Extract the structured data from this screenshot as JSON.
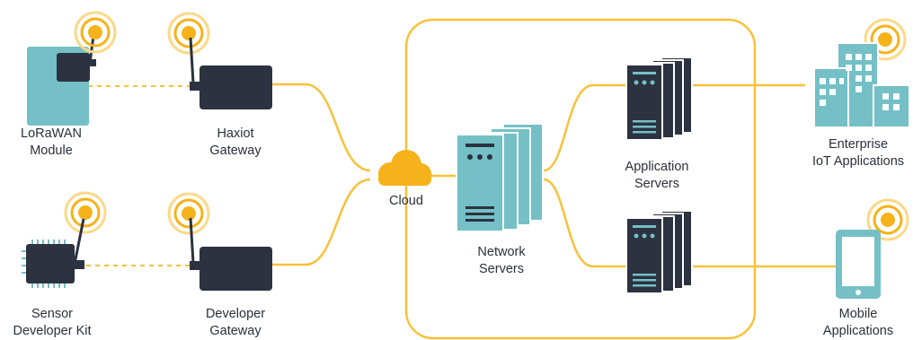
{
  "colors": {
    "line": "#f8c13b",
    "signal": "#f6b21a",
    "signal_ring": "#fbd98a",
    "teal": "#74c0c6",
    "teal_dark": "#4d9ca3",
    "navy": "#2c3240",
    "text": "#2a2f3a"
  },
  "nodes": {
    "lorawan_module": {
      "label_1": "LoRaWAN",
      "label_2": "Module",
      "icon": "lorawan-module-icon"
    },
    "haxiot_gateway": {
      "label_1": "Haxiot",
      "label_2": "Gateway",
      "icon": "gateway-icon"
    },
    "sensor_kit": {
      "label_1": "Sensor",
      "label_2": "Developer Kit",
      "icon": "sensor-chip-icon"
    },
    "developer_gateway": {
      "label_1": "Developer",
      "label_2": "Gateway",
      "icon": "gateway-icon"
    },
    "cloud": {
      "label": "Cloud",
      "icon": "cloud-icon"
    },
    "network_servers": {
      "label_1": "Network",
      "label_2": "Servers",
      "icon": "server-stack-icon"
    },
    "application_servers": {
      "label_1": "Application",
      "label_2": "Servers",
      "icon": "server-stack-icon"
    },
    "enterprise_apps": {
      "label_1": "Enterprise",
      "label_2": "IoT Applications",
      "icon": "buildings-icon"
    },
    "mobile_apps": {
      "label_1": "Mobile",
      "label_2": "Applications",
      "icon": "tablet-icon"
    }
  }
}
